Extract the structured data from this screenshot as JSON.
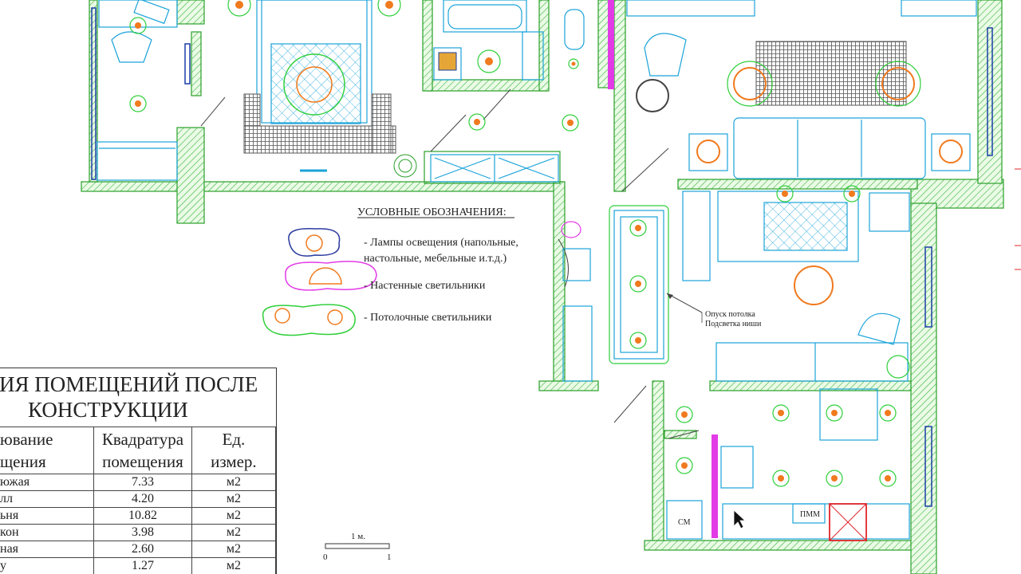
{
  "legend": {
    "title": "УСЛОВНЫЕ ОБОЗНАЧЕНИЯ:",
    "items": [
      {
        "line1": "- Лампы освещения (напольные,",
        "line2": "настольные, мебельные и.т.д.)"
      },
      {
        "line1": "- Настенные светильники",
        "line2": ""
      },
      {
        "line1": "- Потолочные светильники",
        "line2": ""
      }
    ]
  },
  "labels": {
    "ceiling_note_line1": "Опуск потолка",
    "ceiling_note_line2": "Подсветка ниши",
    "washer": "СМ",
    "dishwasher": "ПММ"
  },
  "scale_bar": {
    "label": "1 м.",
    "start": "0",
    "end": "1"
  },
  "area_table": {
    "title_line1": "ИЯ ПОМЕЩЕНИЙ ПОСЛЕ",
    "title_line2": "КОНСТРУКЦИИ",
    "col_name_line1": "ювание",
    "col_name_line2": "щения",
    "col_area_line1": "Квадратура",
    "col_area_line2": "помещения",
    "col_unit_line1": "Ед.",
    "col_unit_line2": "измер.",
    "rows": [
      {
        "name": "южая",
        "area": "7.33",
        "unit": "м2"
      },
      {
        "name": "лл",
        "area": "4.20",
        "unit": "м2"
      },
      {
        "name": "ьня",
        "area": "10.82",
        "unit": "м2"
      },
      {
        "name": "кон",
        "area": "3.98",
        "unit": "м2"
      },
      {
        "name": "ная",
        "area": "2.60",
        "unit": "м2"
      },
      {
        "name": "у",
        "area": "1.27",
        "unit": "м2"
      }
    ]
  },
  "colors": {
    "wall_fill": "#e9f8e4",
    "wall_stroke": "#2aa02a",
    "furniture": "#1aa3d9",
    "ceiling_light": "#2fcf3a",
    "light_core": "#f07a1e",
    "wall_light": "#e23be6",
    "floor_lamp": "#2b3a9e",
    "kitchen_red": "#e0242a"
  }
}
